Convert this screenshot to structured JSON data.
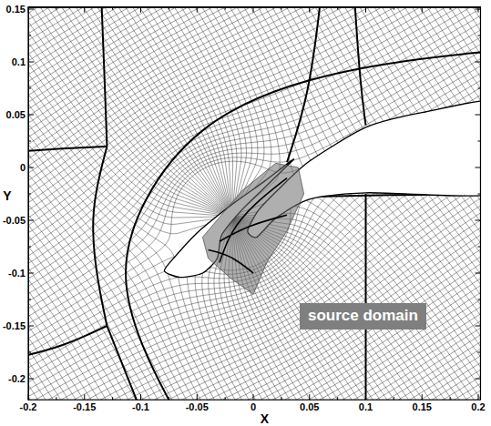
{
  "diagram": {
    "nodes": [
      {
        "text": [
          "source domain"
        ]
      }
    ],
    "labels": [
      "0.15",
      "0.1",
      "0.05",
      "0",
      "-0.05",
      "-0.1",
      "-0.15",
      "-0.2",
      "-0.2",
      "-0.15",
      "-0.1",
      "-0.05",
      "0",
      "0.05",
      "0.1",
      "0.15",
      "0.2",
      "X",
      "Y"
    ]
  }
}
